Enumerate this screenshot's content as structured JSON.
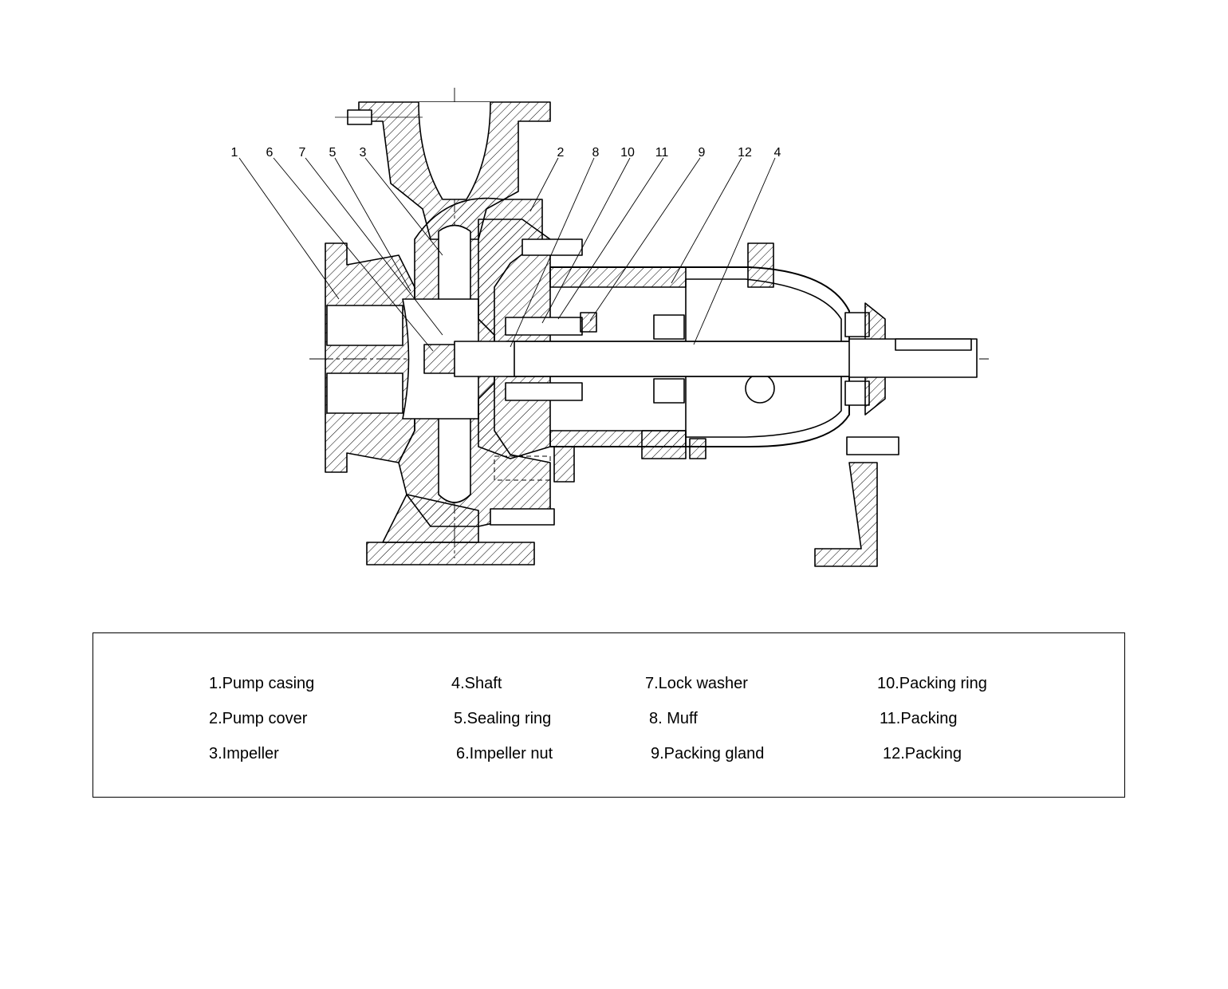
{
  "callouts": [
    "1",
    "6",
    "7",
    "5",
    "3",
    "2",
    "8",
    "10",
    "11",
    "9",
    "12",
    "4"
  ],
  "legend": [
    "1.Pump casing",
    "2.Pump cover",
    "3.Impeller",
    "4.Shaft",
    "5.Sealing ring",
    "6.Impeller nut",
    "7.Lock washer",
    "8. Muff",
    "9.Packing gland",
    "10.Packing ring",
    "11.Packing",
    "12.Packing"
  ],
  "colors": {
    "line": "#000000",
    "background": "#ffffff"
  }
}
